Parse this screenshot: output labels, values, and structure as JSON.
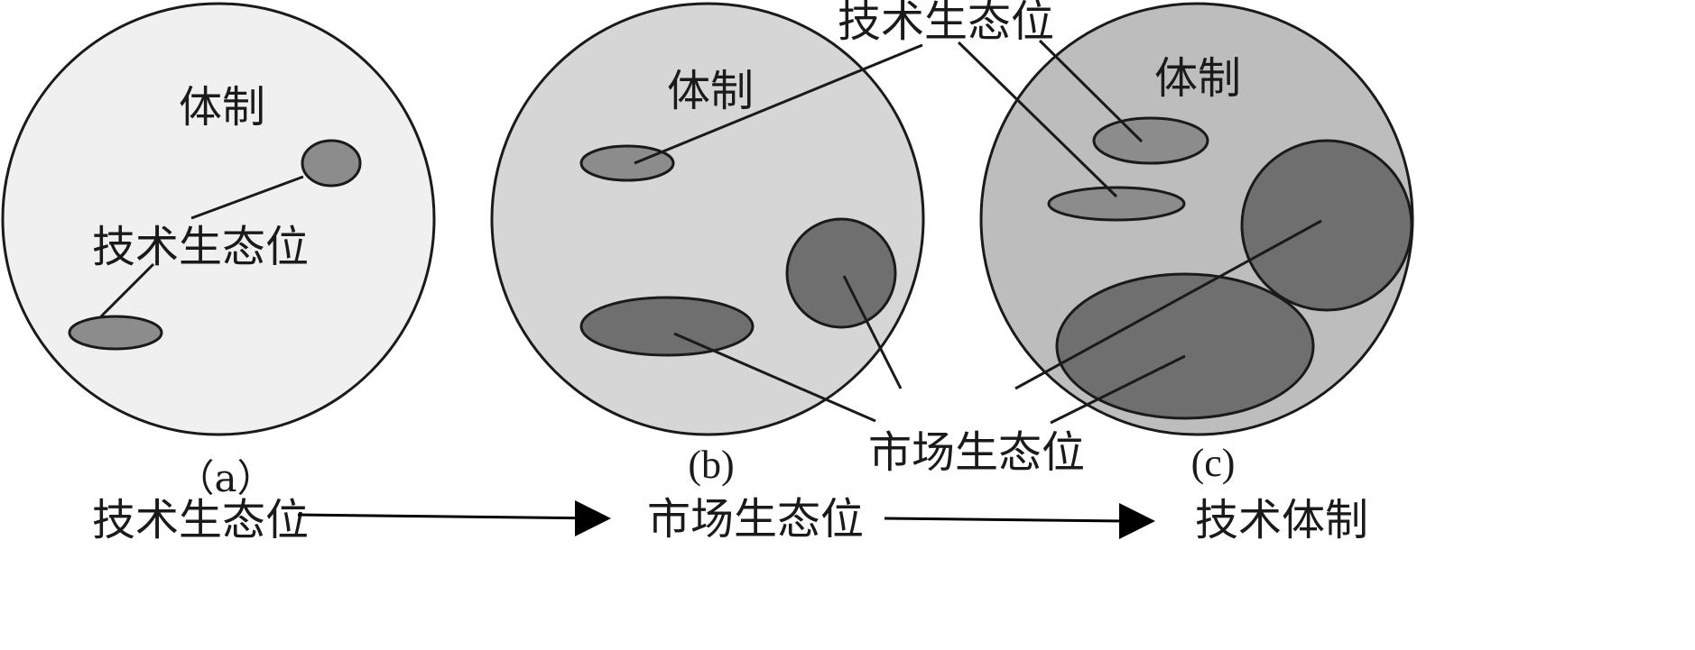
{
  "panels": {
    "a": {
      "regime_label": "体制",
      "tech_niche_label": "技术生态位",
      "caption": "（a）"
    },
    "b": {
      "regime_label": "体制",
      "caption": "(b)"
    },
    "c": {
      "regime_label": "体制",
      "caption": "(c)"
    }
  },
  "shared_labels": {
    "tech_niche": "技术生态位",
    "market_niche": "市场生态位"
  },
  "flow": {
    "step1": "技术生态位",
    "step2": "市场生态位",
    "step3": "技术体制"
  },
  "colors": {
    "regime_a": "#f0f0f0",
    "regime_b": "#d6d6d6",
    "regime_c": "#bdbdbd",
    "tech_niche": "#8c8c8c",
    "market_niche": "#6f6f6f",
    "stroke": "#1a1a1a"
  }
}
